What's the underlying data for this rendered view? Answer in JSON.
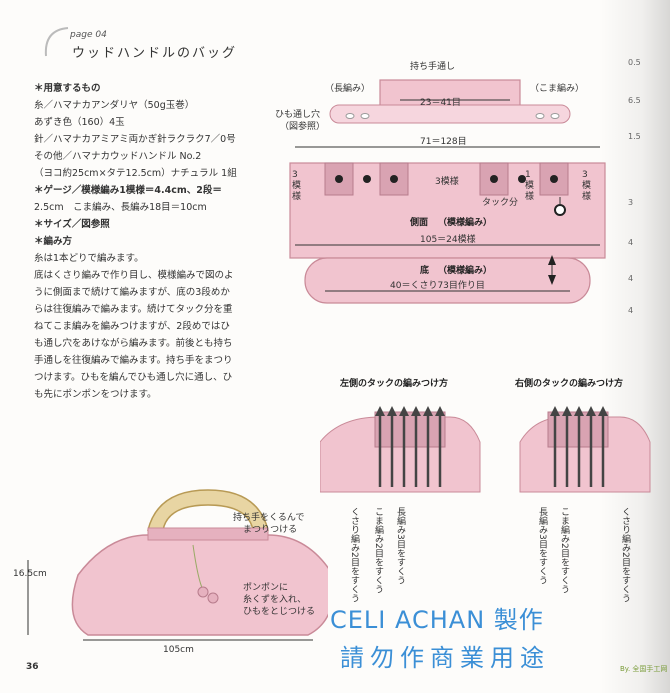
{
  "header": {
    "page_label": "page 04",
    "title": "ウッドハンドルのバッグ"
  },
  "materials": {
    "heading": "＊用意するもの",
    "yarn": "糸／ハマナカアンダリヤ（50g玉巻）",
    "color": "あずき色（160）4玉",
    "needle": "針／ハマナカアミアミ両かぎ針ラクラク7／0号",
    "other_1": "その他／ハマナカウッドハンドル No.2",
    "other_2": "（ヨコ約25cm×タテ12.5cm）ナチュラル 1組",
    "gauge_heading": "＊ゲージ／模様編み1模様＝4.4cm、2段＝",
    "gauge_2": "2.5cm　こま編み、長編み18目＝10cm",
    "size": "＊サイズ／図参照",
    "method_heading": "＊編み方",
    "method_lines": [
      "糸は1本どりで編みます。",
      "底はくさり編みで作り目し、模様編みで図のよ",
      "うに側面まで続けて編みますが、底の3段めか",
      "らは往復編みで編みます。続けてタック分を重",
      "ねてこま編みを編みつけますが、2段めではひ",
      "も通し穴をあけながら編みます。前後とも持ち",
      "手通しを往復編みで編みます。持ち手をまつり",
      "つけます。ひもを編んでひも通し穴に通し、ひ",
      "も先にポンポンをつけます。"
    ]
  },
  "diagram": {
    "handle_pass": "持ち手通し",
    "long_st": "（長編み）",
    "single_st": "（こま編み）",
    "top_count": "23＝41目",
    "cord_hole": "ひも通し穴",
    "cord_hole_ref": "（図参照）",
    "mid_count": "71＝128目",
    "pattern_3": "3模様",
    "pattern_3_left": "3",
    "pattern_3_left_b": "模",
    "pattern_3_left_c": "様",
    "pattern_1": "1",
    "pattern_1_b": "模",
    "pattern_1_c": "様",
    "tuck": "タック分",
    "side": "側面",
    "side_pattern": "（模様編み）",
    "side_count": "105＝24模様",
    "bottom": "底",
    "bottom_pattern": "（模様編み）",
    "bottom_count": "40＝くさり73目作り目"
  },
  "tuck": {
    "left_title": "左側のタックの編みつけ方",
    "right_title": "右側のタックの編みつけ方",
    "label_a": "くさり編み2目をすくう",
    "label_b": "こま編み2目をすくう",
    "label_c": "長編み3目をすくう",
    "label_d": "長編み3目をすくう",
    "label_e": "こま編み2目をすくう",
    "label_f": "くさり編み2目をすくう"
  },
  "finished": {
    "handle_note_1": "持ち手をくるんで",
    "handle_note_2": "まつりつける",
    "height": "16.5cm",
    "width": "105cm",
    "pompom_1": "ポンポンに",
    "pompom_2": "糸くずを入れ、",
    "pompom_3": "ひもをとじつける"
  },
  "scale": [
    "0.5",
    "6.5",
    "1.5",
    "3",
    "4",
    "4",
    "4"
  ],
  "footer": {
    "page_number": "36",
    "watermark_1": "CELI ACHAN 製作",
    "watermark_2": "請勿作商業用途",
    "site_mark": "By. 全国手工网"
  },
  "colors": {
    "pink_fill": "#f1c4cf",
    "pink_dark": "#c98a98",
    "watermark_blue": "#3b8fd6"
  }
}
